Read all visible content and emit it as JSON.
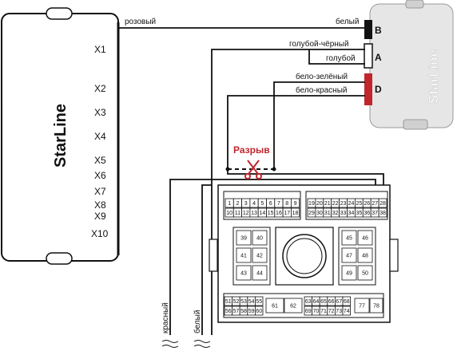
{
  "main_unit": {
    "brand": "StarLine",
    "ports": [
      "X1",
      "X2",
      "X3",
      "X4",
      "X5",
      "X6",
      "X7",
      "X8",
      "X9",
      "X10"
    ]
  },
  "module": {
    "brand": "StarLine",
    "connectors": [
      "B",
      "A",
      "D"
    ]
  },
  "wires": {
    "pink": "розовый",
    "white": "белый",
    "blue_black": "голубой-чёрный",
    "blue": "голубой",
    "white_green": "бело-зелёный",
    "white_red": "бело-красный",
    "red_vertical": "красный",
    "white_vertical": "белый"
  },
  "break_label": "Разрыв",
  "block": {
    "top_left_row1": [
      "1",
      "2",
      "3",
      "4",
      "5",
      "6",
      "7",
      "8",
      "9"
    ],
    "top_left_row2": [
      "10",
      "11",
      "12",
      "13",
      "14",
      "15",
      "16",
      "17",
      "18"
    ],
    "top_right_row1": [
      "19",
      "20",
      "21",
      "22",
      "23",
      "24",
      "25",
      "26",
      "27",
      "28"
    ],
    "top_right_row2": [
      "29",
      "30",
      "31",
      "32",
      "33",
      "34",
      "35",
      "36",
      "37",
      "38"
    ],
    "mid_left": [
      "39",
      "40",
      "41",
      "42",
      "43",
      "44"
    ],
    "mid_right": [
      "45",
      "46",
      "47",
      "48",
      "49",
      "50"
    ],
    "bottom_left_row1": [
      "51",
      "52",
      "53",
      "54",
      "55"
    ],
    "bottom_left_row2": [
      "56",
      "57",
      "58",
      "59",
      "60"
    ],
    "bottom_mid": [
      "61",
      "62"
    ],
    "bottom_right_row1": [
      "63",
      "64",
      "65",
      "66",
      "67",
      "68"
    ],
    "bottom_right_row2": [
      "69",
      "70",
      "71",
      "72",
      "73",
      "74"
    ],
    "bottom_far": [
      "77",
      "78"
    ]
  },
  "colors": {
    "accent_red": "#c0262c",
    "module_body": "#e6e6e6",
    "wire": "#111111"
  }
}
